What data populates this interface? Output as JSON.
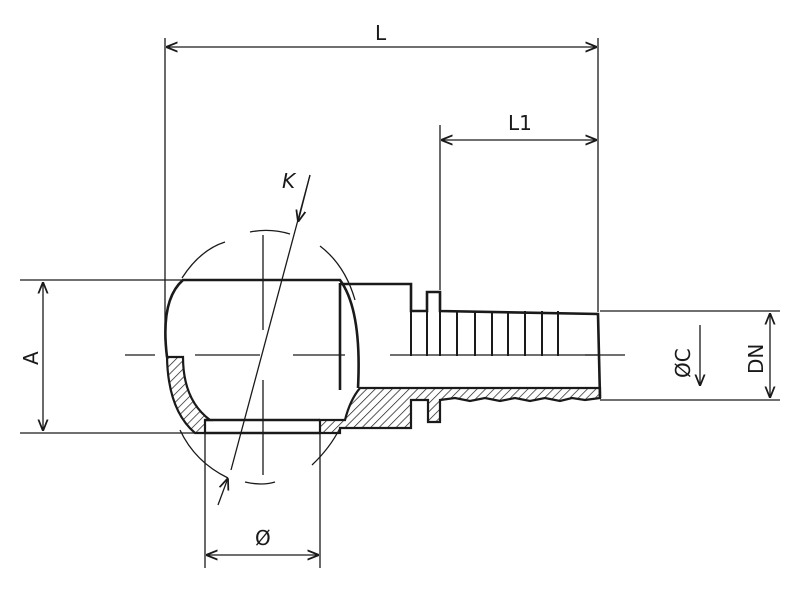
{
  "drawing": {
    "title": "Banjo fitting dimension drawing",
    "labels": {
      "length": "L",
      "length_1": "L1",
      "radius_k": "K",
      "height_a": "A",
      "bore_diameter": "ØC",
      "nominal_diameter": "DN",
      "hole_diameter": "Ø"
    },
    "line_color": "#1a1a1a"
  }
}
